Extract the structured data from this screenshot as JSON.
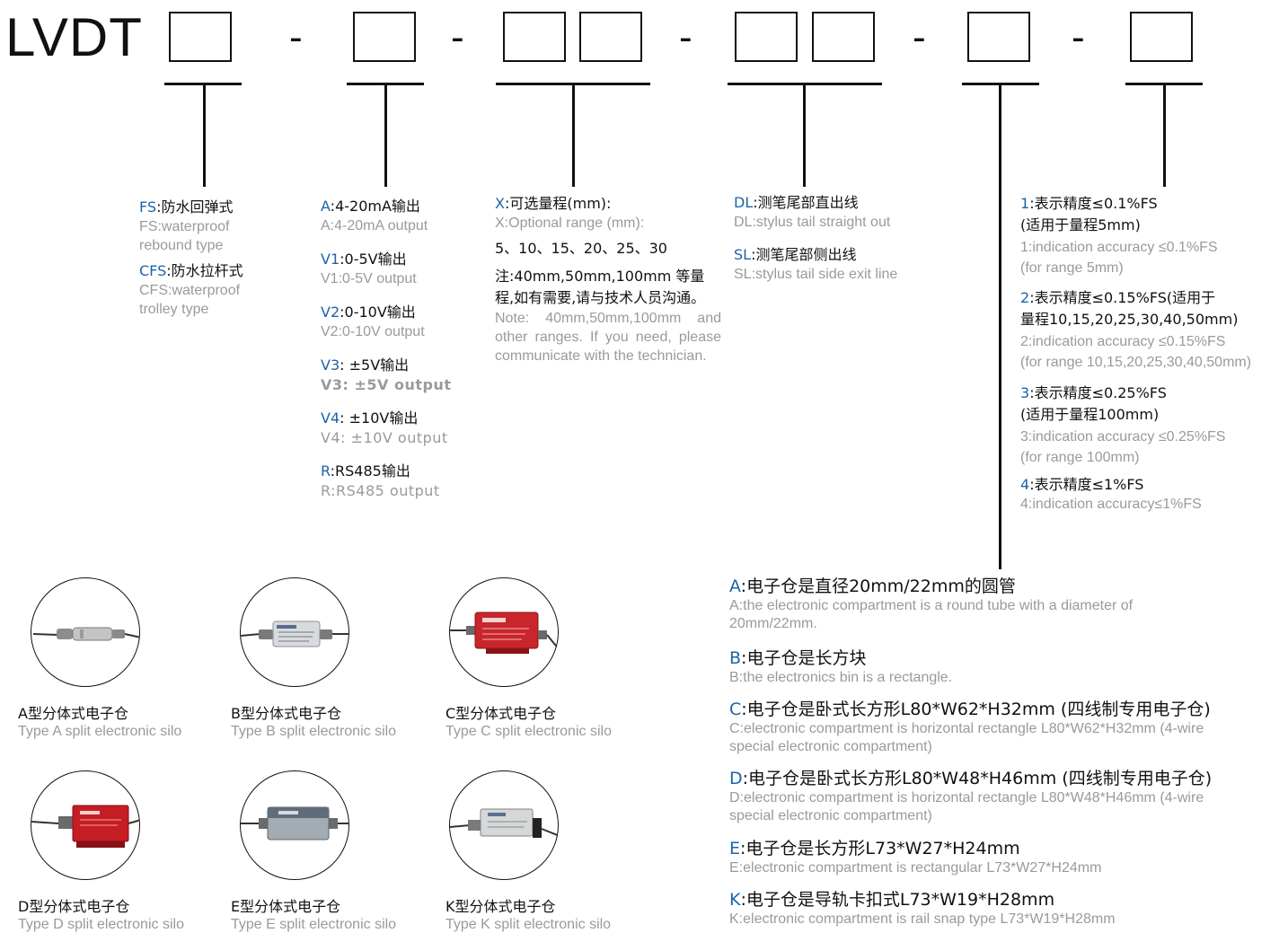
{
  "title": "LVDT",
  "dashes": [
    "-",
    "-",
    "-",
    "-",
    "-"
  ],
  "col1": [
    {
      "code": "FS",
      "cn": ":防水回弹式",
      "en": "FS:waterproof rebound type"
    },
    {
      "code": "CFS",
      "cn": ":防水拉杆式",
      "en": "CFS:waterproof trolley type"
    }
  ],
  "col2": [
    {
      "code": "A",
      "cn": ":4-20mA输出",
      "en": "A:4-20mA output"
    },
    {
      "code": "V1",
      "cn": ":0-5V输出",
      "en": "V1:0-5V output"
    },
    {
      "code": "V2",
      "cn": ":0-10V输出",
      "en": "V2:0-10V output"
    },
    {
      "code": "V3",
      "cn": ": ±5V输出",
      "en": "V3: ±5V output"
    },
    {
      "code": "V4",
      "cn": ": ±10V输出",
      "en": "V4: ±10V output"
    },
    {
      "code": "R",
      "cn": ":RS485输出",
      "en": "R:RS485 output"
    }
  ],
  "col3": {
    "code": "X",
    "cn": ":可选量程(mm):",
    "en": "X:Optional range (mm):",
    "ranges": "5、10、15、20、25、30",
    "note_cn": "注:40mm,50mm,100mm 等量程,如有需要,请与技术人员沟通。",
    "note_en": "Note:  40mm,50mm,100mm and other ranges. If you need, please communicate with the technician."
  },
  "col4": [
    {
      "code": "DL",
      "cn": ":测笔尾部直出线",
      "en": "DL:stylus tail straight out"
    },
    {
      "code": "SL",
      "cn": ":测笔尾部侧出线",
      "en": "SL:stylus tail side exit line"
    }
  ],
  "col6": [
    {
      "code": "1",
      "cn1": ":表示精度≤0.1%FS",
      "cn2": "(适用于量程5mm)",
      "en1": "1:indication accuracy ≤0.1%FS",
      "en2": "(for range 5mm)"
    },
    {
      "code": "2",
      "cn1": ":表示精度≤0.15%FS(适用于",
      "cn2": "量程10,15,20,25,30,40,50mm)",
      "en1": "2:indication accuracy ≤0.15%FS",
      "en2": "(for range 10,15,20,25,30,40,50mm)"
    },
    {
      "code": "3",
      "cn1": ":表示精度≤0.25%FS",
      "cn2": "(适用于量程100mm)",
      "en1": "3:indication accuracy ≤0.25%FS",
      "en2": "(for range 100mm)"
    },
    {
      "code": "4",
      "cn1": ":表示精度≤1%FS",
      "cn2": "",
      "en1": "4:indication accuracy≤1%FS",
      "en2": ""
    }
  ],
  "col5": [
    {
      "code": "A",
      "cn": ":电子仓是直径20mm/22mm的圆管",
      "en": "A:the electronic compartment is a round tube with a diameter of 20mm/22mm."
    },
    {
      "code": "B",
      "cn": ":电子仓是长方块",
      "en": "B:the electronics bin is a rectangle."
    },
    {
      "code": "C",
      "cn": ":电子仓是卧式长方形L80*W62*H32mm (四线制专用电子仓)",
      "en": "C:electronic compartment is horizontal rectangle L80*W62*H32mm (4-wire special electronic compartment)"
    },
    {
      "code": "D",
      "cn": ":电子仓是卧式长方形L80*W48*H46mm (四线制专用电子仓)",
      "en": "D:electronic compartment is horizontal rectangle L80*W48*H46mm (4-wire special electronic compartment)"
    },
    {
      "code": "E",
      "cn": ":电子仓是长方形L73*W27*H24mm",
      "en": "E:electronic compartment is rectangular L73*W27*H24mm"
    },
    {
      "code": "K",
      "cn": ":电子仓是导轨卡扣式L73*W19*H28mm",
      "en": "K:electronic compartment is rail snap type L73*W19*H28mm"
    }
  ],
  "products": [
    {
      "cn": "A型分体式电子仓",
      "en": "Type A split electronic silo",
      "color": "#b9b9b9"
    },
    {
      "cn": "B型分体式电子仓",
      "en": "Type B split electronic silo",
      "color": "#c8cdd2"
    },
    {
      "cn": "C型分体式电子仓",
      "en": "Type C split electronic silo",
      "color": "#c8262a"
    },
    {
      "cn": "D型分体式电子仓",
      "en": "Type D split electronic silo",
      "color": "#c41d24"
    },
    {
      "cn": "E型分体式电子仓",
      "en": "Type E split electronic silo",
      "color": "#a3abb3"
    },
    {
      "cn": "K型分体式电子仓",
      "en": "Type K split electronic silo",
      "color": "#c9cacb"
    }
  ],
  "colors": {
    "code": "#1a64a8",
    "english": "#9a9a9a",
    "text": "#111111"
  }
}
